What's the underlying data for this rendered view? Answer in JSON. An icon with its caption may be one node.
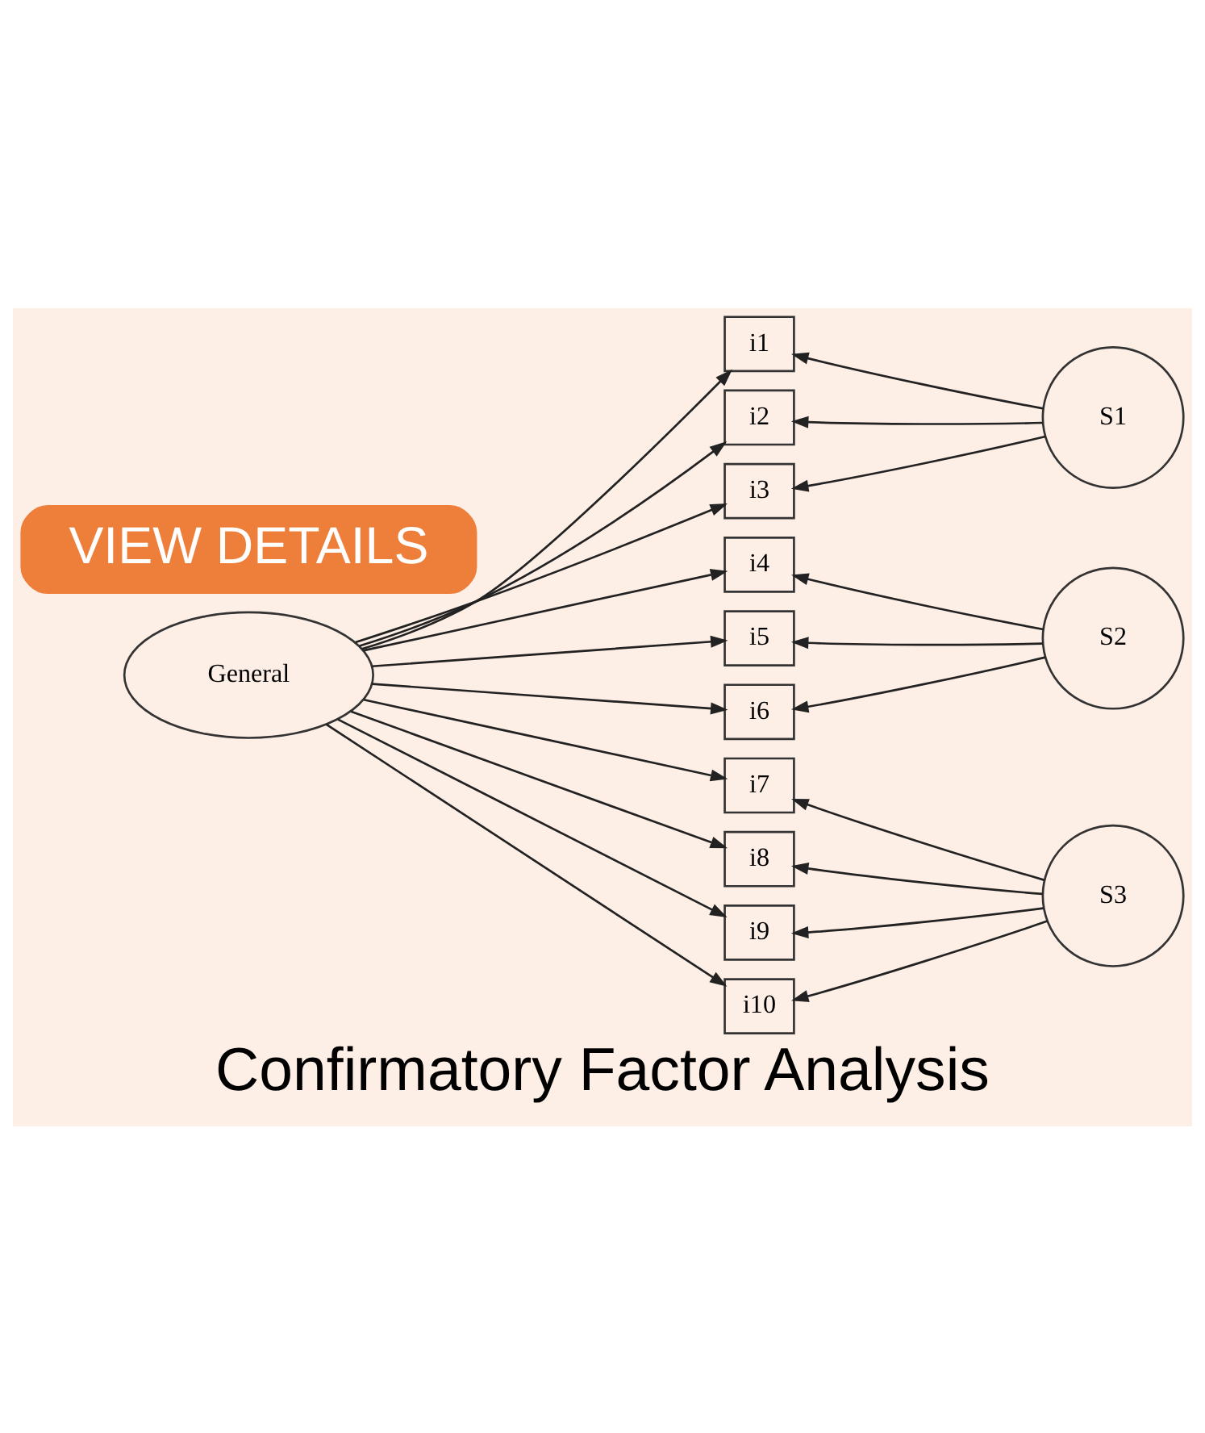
{
  "diagram": {
    "title": "Confirmatory Factor Analysis",
    "nodes": [
      {
        "text": [
          "General"
        ]
      },
      {
        "text": [
          "i1"
        ]
      },
      {
        "text": [
          "i2"
        ]
      },
      {
        "text": [
          "i3"
        ]
      },
      {
        "text": [
          "i4"
        ]
      },
      {
        "text": [
          "i5"
        ]
      },
      {
        "text": [
          "i6"
        ]
      },
      {
        "text": [
          "i7"
        ]
      },
      {
        "text": [
          "i8"
        ]
      },
      {
        "text": [
          "i9"
        ]
      },
      {
        "text": [
          "i10"
        ]
      },
      {
        "text": [
          "S1"
        ]
      },
      {
        "text": [
          "S2"
        ]
      },
      {
        "text": [
          "S3"
        ]
      }
    ],
    "edges": [
      {
        "from": 0,
        "to": 1,
        "arrow": "to"
      },
      {
        "from": 0,
        "to": 2,
        "arrow": "to"
      },
      {
        "from": 0,
        "to": 3,
        "arrow": "to"
      },
      {
        "from": 0,
        "to": 4,
        "arrow": "to"
      },
      {
        "from": 0,
        "to": 5,
        "arrow": "to"
      },
      {
        "from": 0,
        "to": 6,
        "arrow": "to"
      },
      {
        "from": 0,
        "to": 7,
        "arrow": "to"
      },
      {
        "from": 0,
        "to": 8,
        "arrow": "to"
      },
      {
        "from": 0,
        "to": 9,
        "arrow": "to"
      },
      {
        "from": 0,
        "to": 10,
        "arrow": "to"
      },
      {
        "from": 11,
        "to": 1,
        "arrow": "to"
      },
      {
        "from": 11,
        "to": 2,
        "arrow": "to"
      },
      {
        "from": 11,
        "to": 3,
        "arrow": "to"
      },
      {
        "from": 12,
        "to": 4,
        "arrow": "to"
      },
      {
        "from": 12,
        "to": 5,
        "arrow": "to"
      },
      {
        "from": 12,
        "to": 6,
        "arrow": "to"
      },
      {
        "from": 13,
        "to": 7,
        "arrow": "to"
      },
      {
        "from": 13,
        "to": 8,
        "arrow": "to"
      },
      {
        "from": 13,
        "to": 9,
        "arrow": "to"
      },
      {
        "from": 13,
        "to": 10,
        "arrow": "to"
      }
    ],
    "labels": [
      "VIEW DETAILS"
    ]
  }
}
